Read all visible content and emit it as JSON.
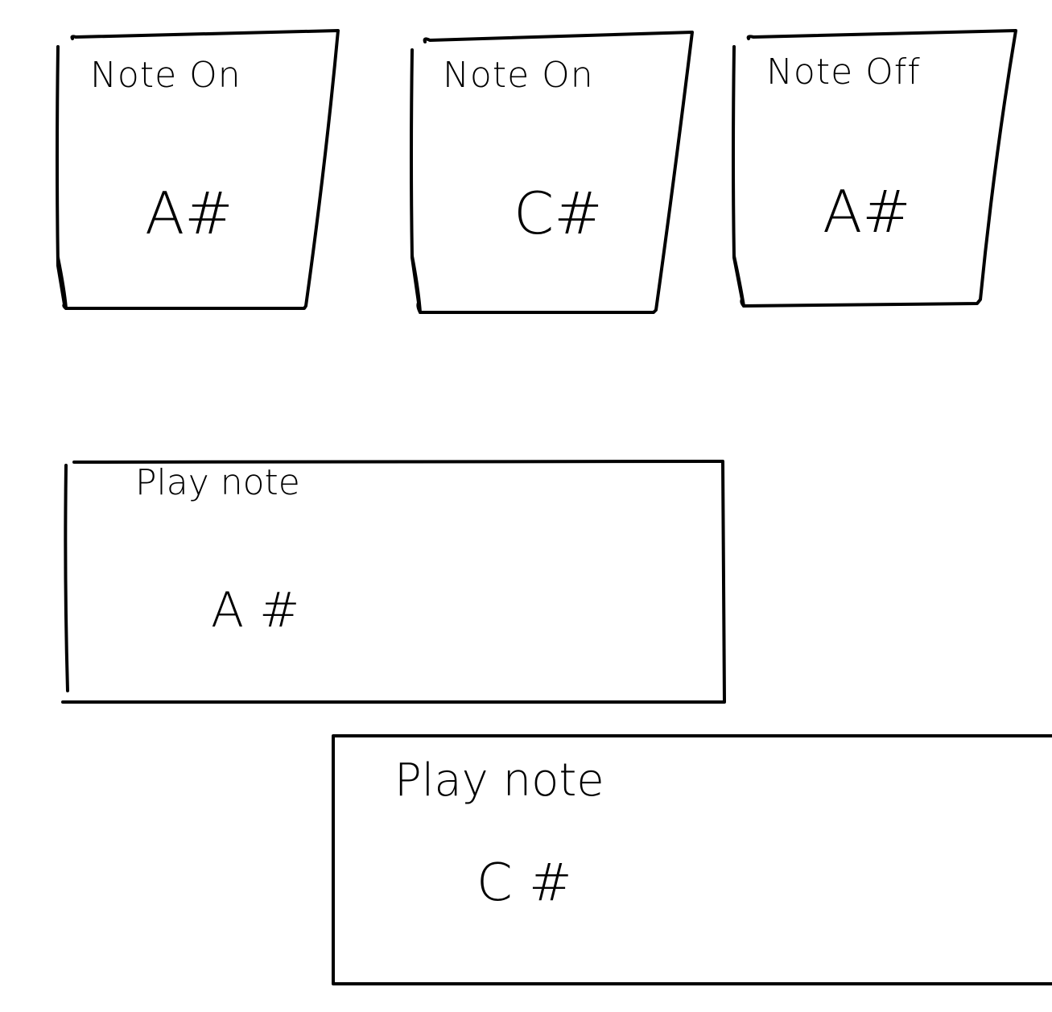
{
  "events": [
    {
      "type": "Note On",
      "note": "A#"
    },
    {
      "type": "Note On",
      "note": "C#"
    },
    {
      "type": "Note Off",
      "note": "A#"
    }
  ],
  "play_blocks": [
    {
      "title": "Play note",
      "note": "A #"
    },
    {
      "title": "Play note",
      "note": "C #"
    }
  ]
}
